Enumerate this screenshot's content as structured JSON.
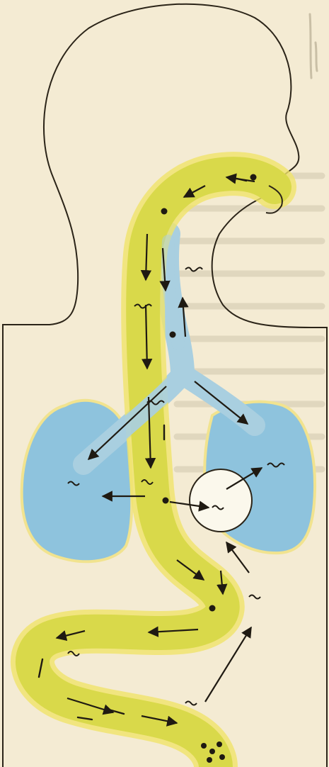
{
  "figure": {
    "colors": {
      "paper": "#f4ebd3",
      "outline": "#2b2418",
      "digestive_tract": "#d9d94a",
      "digestive_glow": "#f0e36a",
      "airway": "#a9cfe0",
      "lungs": "#8ec3dd",
      "lung_rim": "#f1e38f",
      "heart": "#fbf8ec",
      "arrow": "#1f1a12",
      "bleed_text": "#c9bfa6"
    },
    "icons": {
      "particle": "filled-dot",
      "dissolved": "wavy-line",
      "direction": "arrowhead"
    }
  }
}
